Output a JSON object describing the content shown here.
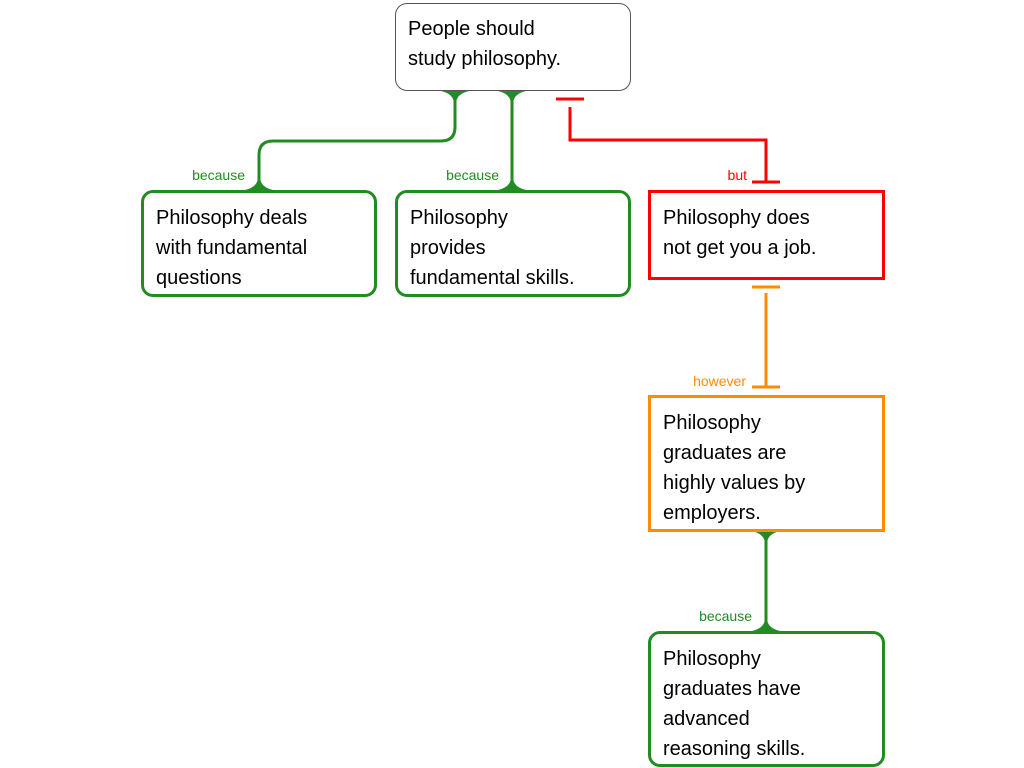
{
  "colors": {
    "claim": "#555555",
    "because": "#228B22",
    "but": "#FF0000",
    "however": "#FF8C00"
  },
  "nodes": {
    "claim": {
      "text": "People should\nstudy philosophy.",
      "type": "claim"
    },
    "reason1": {
      "text": "Philosophy deals\nwith fundamental\nquestions",
      "type": "reason"
    },
    "reason2": {
      "text": "Philosophy\nprovides\nfundamental skills.",
      "type": "reason"
    },
    "objection": {
      "text": "Philosophy does\nnot get you a job.",
      "type": "objection"
    },
    "rebuttal": {
      "text": "Philosophy\ngraduates are\nhighly values by\nemployers.",
      "type": "rebuttal"
    },
    "reason3": {
      "text": "Philosophy\ngraduates have\nadvanced\nreasoning skills.",
      "type": "reason"
    }
  },
  "links": {
    "reason1_to_claim": "because",
    "reason2_to_claim": "because",
    "objection_to_claim": "but",
    "rebuttal_to_objection": "however",
    "reason3_to_rebuttal": "because"
  }
}
